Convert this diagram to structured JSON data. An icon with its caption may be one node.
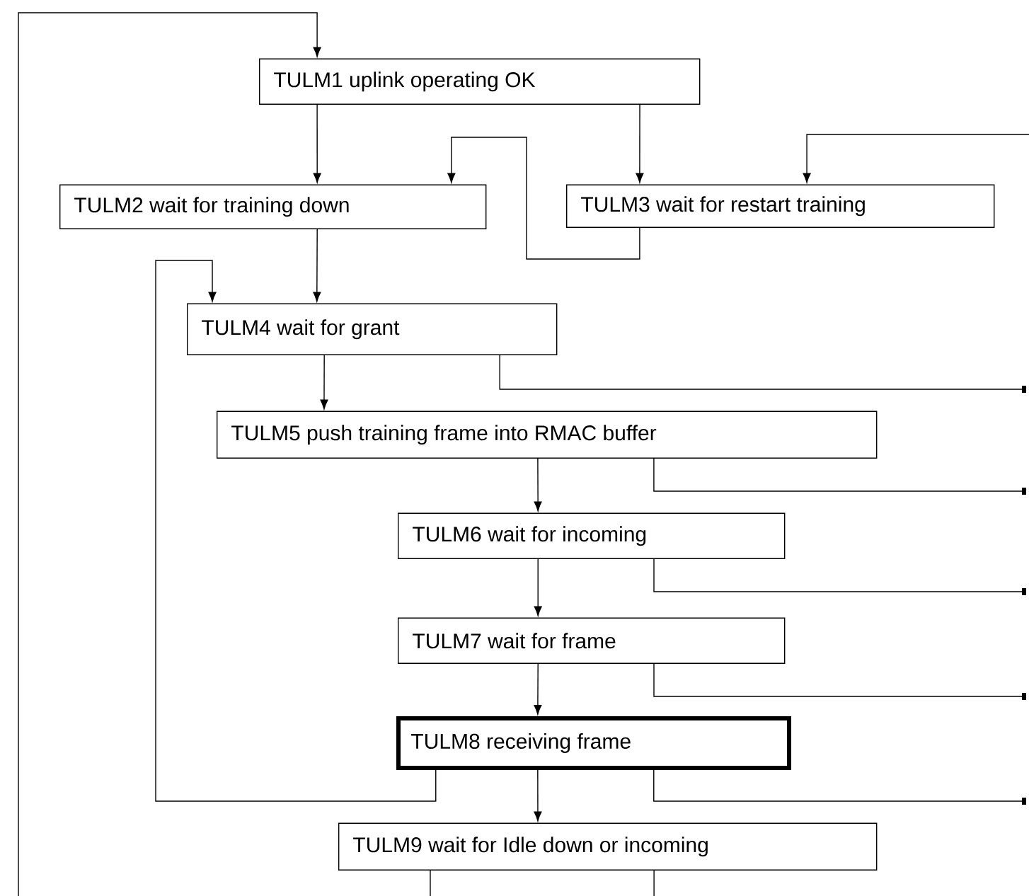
{
  "diagram": {
    "nodes": [
      {
        "text": [
          "TULM1 uplink operating OK"
        ]
      },
      {
        "text": [
          "TULM2 wait for training down"
        ]
      },
      {
        "text": [
          "TULM3 wait for restart training"
        ]
      },
      {
        "text": [
          "TULM4 wait for grant"
        ]
      },
      {
        "text": [
          "TULM5 push training frame into RMAC buffer"
        ]
      },
      {
        "text": [
          "TULM6 wait for incoming"
        ]
      },
      {
        "text": [
          "TULM7 wait for frame"
        ]
      },
      {
        "text": [
          "TULM8 receiving frame"
        ]
      },
      {
        "text": [
          "TULM9 wait for Idle down or incoming"
        ]
      }
    ],
    "edges": [
      {
        "from": null,
        "to": 0,
        "arrow": "to"
      },
      {
        "from": 0,
        "to": 1,
        "arrow": "to"
      },
      {
        "from": 0,
        "to": 2,
        "arrow": "to"
      },
      {
        "from": 2,
        "to": 1,
        "arrow": "to"
      },
      {
        "from": null,
        "to": 2,
        "arrow": "to"
      },
      {
        "from": 1,
        "to": 3,
        "arrow": "to"
      },
      {
        "from": 7,
        "to": 3,
        "arrow": "to"
      },
      {
        "from": 3,
        "to": 4,
        "arrow": "to"
      },
      {
        "from": 3,
        "to": null,
        "arrow": "other"
      },
      {
        "from": 4,
        "to": 5,
        "arrow": "to"
      },
      {
        "from": 4,
        "to": null,
        "arrow": "other"
      },
      {
        "from": 5,
        "to": 6,
        "arrow": "to"
      },
      {
        "from": 5,
        "to": null,
        "arrow": "other"
      },
      {
        "from": 6,
        "to": 7,
        "arrow": "to"
      },
      {
        "from": 6,
        "to": null,
        "arrow": "other"
      },
      {
        "from": 7,
        "to": 8,
        "arrow": "to"
      },
      {
        "from": 7,
        "to": null,
        "arrow": "other"
      },
      {
        "from": 8,
        "to": null,
        "arrow": "none"
      },
      {
        "from": 8,
        "to": null,
        "arrow": "none"
      }
    ]
  }
}
